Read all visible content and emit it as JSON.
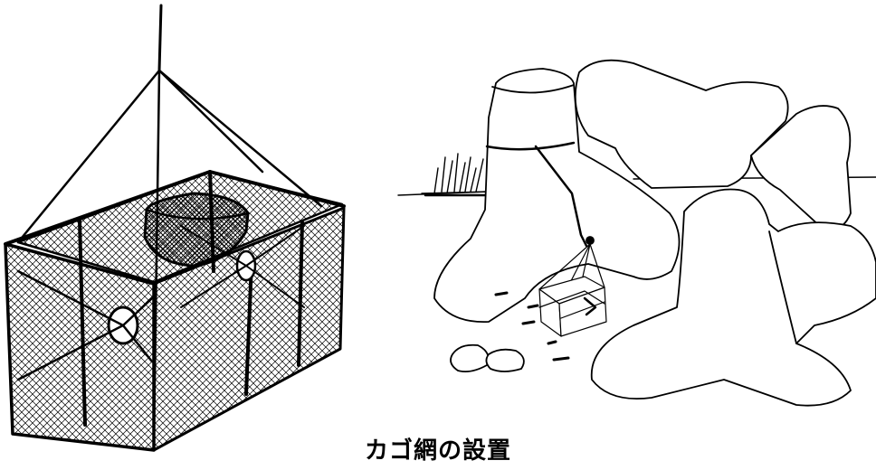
{
  "caption": "カゴ網の設置",
  "colors": {
    "ink": "#000000",
    "paper": "#ffffff"
  },
  "figures": [
    {
      "name": "trap-net-closeup"
    },
    {
      "name": "trap-placement-among-tetrapods"
    }
  ]
}
